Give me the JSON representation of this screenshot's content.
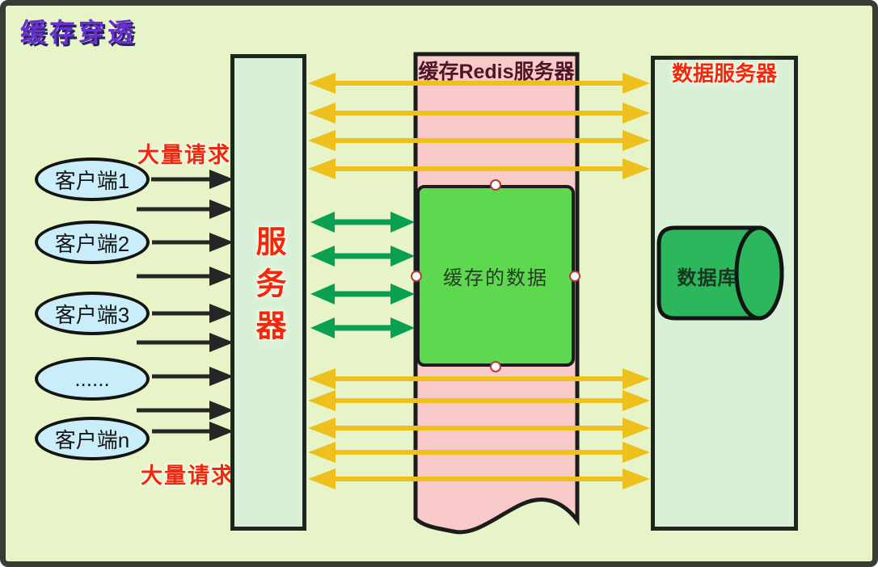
{
  "title": "缓存穿透",
  "clients": {
    "burst_label_top": "大量请求",
    "burst_label_bottom": "大量请求",
    "items": [
      {
        "label": "客户端1"
      },
      {
        "label": "客户端2"
      },
      {
        "label": "客户端3"
      },
      {
        "label": "......"
      },
      {
        "label": "客户端n"
      }
    ]
  },
  "server": {
    "label": "服务器"
  },
  "redis": {
    "title": "缓存Redis服务器",
    "cached_data_label": "缓存的数据"
  },
  "data_server": {
    "title": "数据服务器",
    "database_label": "数据库"
  },
  "arrows": {
    "client_requests": {
      "count": 9,
      "color": "#262626",
      "style": "single-right"
    },
    "cache_queries": {
      "count": 4,
      "color": "#0aa052",
      "style": "double-headed"
    },
    "penetration_top": {
      "count": 4,
      "color": "#eec01e",
      "style": "double-headed"
    },
    "penetration_bottom": {
      "count": 5,
      "color": "#eec01e",
      "style": "double-headed"
    }
  },
  "colors": {
    "background": "#e6f4c8",
    "server_box": "#d7f0d6",
    "redis_box": "#f9caca",
    "cached_data_box": "#5ed84e",
    "database_cylinder": "#2db75c",
    "client_ellipse": "#c9edf9",
    "title_text": "#6a2fd0",
    "red_text": "#f02812"
  }
}
